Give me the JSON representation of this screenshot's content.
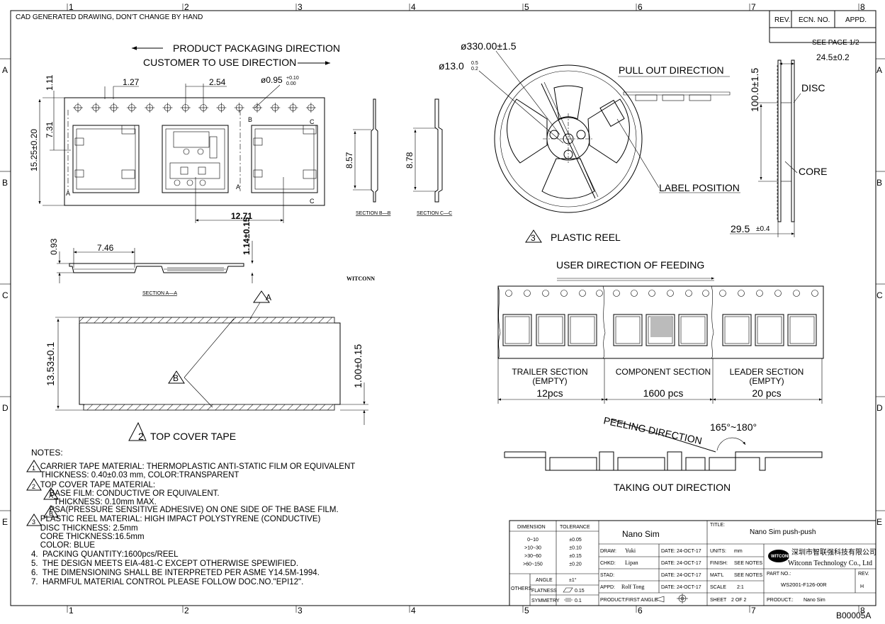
{
  "header": {
    "cad_note": "CAD GENERATED DRAWING, DON'T CHANGE BY HAND",
    "rev_headers": [
      "REV.",
      "ECN. NO.",
      "APPD."
    ],
    "see_page": "SEE PAGE 1/2"
  },
  "grid": {
    "columns": [
      "1",
      "2",
      "3",
      "4",
      "5",
      "6",
      "7",
      "8"
    ],
    "rows": [
      "A",
      "B",
      "C",
      "D",
      "E"
    ]
  },
  "directions": {
    "packaging": "PRODUCT PACKAGING DIRECTION",
    "use": "CUSTOMER TO USE DIRECTION",
    "pull_out": "PULL OUT DIRECTION",
    "feeding": "USER DIRECTION OF FEEDING",
    "peeling": "PEELING DIRECTION",
    "peel_angle": "165°~180°",
    "taking_out": "TAKING OUT DIRECTION"
  },
  "dimensions": {
    "pitch_small": "1.27",
    "pitch": "2.54",
    "hole": "ø0.95",
    "hole_tol_up": "+0.10",
    "hole_tol_dn": "0.00",
    "d111": "1.11",
    "d731": "7.31",
    "width": "15.25±0.20",
    "d1271": "12.71",
    "d857": "8.57",
    "d878": "8.78",
    "d093": "0.93",
    "d746": "7.46",
    "d114": "1.14±0.15",
    "reel_dia": "ø330.00±1.5",
    "hub_dia": "ø13.0",
    "hub_tol_up": "0.5",
    "hub_tol_dn": "0.2",
    "hub_h": "100.0±1.5",
    "reel_w": "24.5±0.2",
    "reel_w2": "29.5",
    "reel_w2_tol": "±0.4",
    "tape_w": "13.53±0.1",
    "tape_t": "1.00±0.15"
  },
  "labels": {
    "section_bb": "SECTION B—B",
    "section_cc": "SECTION C—C",
    "section_aa": "SECTION A—A",
    "brand": "WITCONN",
    "disc": "DISC",
    "core": "CORE",
    "label_position": "LABEL POSITION",
    "plastic_reel": "PLASTIC REEL",
    "top_cover_tape": "TOP COVER TAPE",
    "marker_1": "1",
    "marker_2": "2",
    "marker_3": "3",
    "marker_a": "A",
    "marker_b": "B",
    "arrow_a": "A",
    "arrow_b": "B",
    "arrow_c": "C"
  },
  "tape_sections": [
    {
      "name": "TRAILER SECTION",
      "sub": "(EMPTY)",
      "qty": "12pcs"
    },
    {
      "name": "COMPONENT  SECTION",
      "sub": "",
      "qty": "1600  pcs"
    },
    {
      "name": "LEADER SECTION",
      "sub": "(EMPTY)",
      "qty": "20  pcs"
    }
  ],
  "notes": {
    "title": "NOTES:",
    "lines": [
      "    CARRIER TAPE MATERIAL: THERMOPLASTIC ANTI-STATIC FILM OR EQUIVALENT",
      "    THICKNESS: 0.40±0.03 mm, COLOR:TRANSPARENT",
      "    TOP COVER TAPE MATERIAL:",
      "        BASE FILM: CONDUCTIVE OR EQUIVALENT.",
      "          THICKNESS: 0.10mm MAX.",
      "        PSA(PRESSURE SENSITIVE ADHESIVE) ON ONE SIDE OF THE BASE FILM.",
      "    PLASTIC REEL MATERIAL: HIGH IMPACT POLYSTYRENE (CONDUCTIVE)",
      "    DISC THICKNESS: 2.5mm",
      "    CORE THICKNESS:16.5mm",
      "    COLOR: BLUE",
      "4.  PACKING QUANTITY:1600pcs/REEL",
      "5.  THE DESIGN MEETS EIA-481-C EXCEPT OTHERWISE SPEWIFIED.",
      "6.  THE DIMENSIONING SHALL BE INTERPRETED PER ASME Y14.5M-1994.",
      "7.  HARMFUL MATERIAL CONTROL PLEASE FOLLOW DOC.NO.\"EPI12\"."
    ]
  },
  "title_block": {
    "dimension_h": "DIMENSION",
    "tolerance_h": "TOLERANCE",
    "ranges": [
      "0~10",
      ">10~30",
      ">30~60",
      ">60~150"
    ],
    "tols": [
      "±0.05",
      "±0.10",
      "±0.15",
      "±0.20"
    ],
    "angle": "ANGLE",
    "angle_tol": "±1°",
    "others": "OTHERS",
    "flatness": "FLATNESS",
    "flatness_val": "0.15",
    "symmetry": "SYMMETRY",
    "symmetry_val": "0.1",
    "product_name": "Nano Sim",
    "draw_label": "DRAW:",
    "draw": "Yuki",
    "chkd_label": "CHKD:",
    "chkd": "Lipan",
    "stad_label": "STAD:",
    "appd_label": "APPD:",
    "appd": "Rolf Tong",
    "date_label": "DATE:",
    "date": "24-OCT-17",
    "projection": "PRODUCT:FIRST ANGLE",
    "title_label": "TITLE:",
    "title": "Nano Sim push-push",
    "units_label": "UNITS:",
    "units": "mm",
    "finish_label": "FINISH:",
    "finish": "SEE NOTES",
    "matl_label": "MAT'L",
    "matl": "SEE NOTES",
    "scale_label": "SCALE",
    "scale": "2:1",
    "sheet_label": "SHEET",
    "sheet": "2  OF  2",
    "company_cn": "深圳市智联强科技有限公司",
    "company_en": "Witconn  Technology  Co.,  Ltd",
    "part_label": "PART NO.:",
    "part_no": "WS2001-F126-00R",
    "rev_label": "REV.",
    "rev": "H",
    "product_label": "PRODUCT.:",
    "product": "Nano Sim",
    "doc_no": "B00005A"
  }
}
